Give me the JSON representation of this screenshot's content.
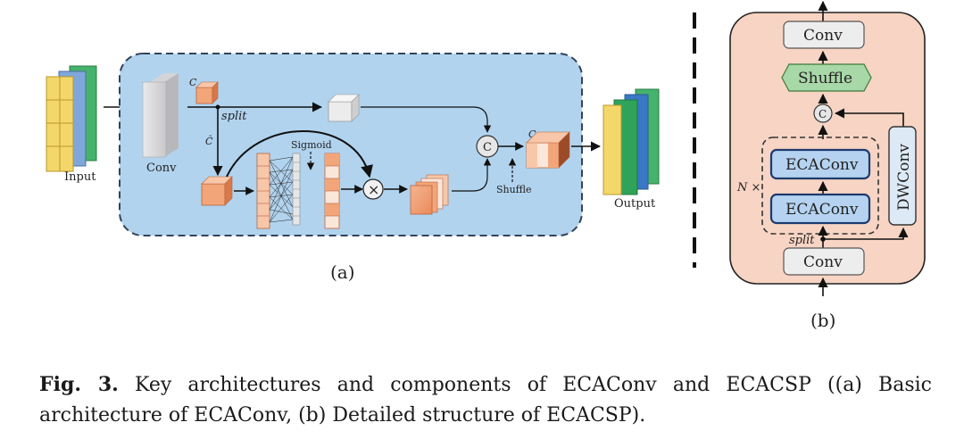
{
  "diagram_a": {
    "input_label": "Input",
    "conv_label": "Conv",
    "c_label": "C",
    "c_hat_label": "Ĉ",
    "split_label": "split",
    "sigmoid_label": "Sigmoid",
    "multiply_symbol": "×",
    "concat_symbol": "C",
    "c_out_label": "C",
    "shuffle_label": "Shuffle",
    "output_label": "Output",
    "subfig_label": "(a)"
  },
  "diagram_b": {
    "conv_top_label": "Conv",
    "shuffle_label": "Shuffle",
    "concat_symbol": "C",
    "ecaconv_upper_label": "ECAConv",
    "ecaconv_lower_label": "ECAConv",
    "dwconv_label": "DWConv",
    "repeat_label": "N ×",
    "split_label": "split",
    "conv_bottom_label": "Conv",
    "subfig_label": "(b)"
  },
  "caption": {
    "prefix": "Fig. 3.",
    "text": " Key architectures and components of ECAConv and ECACSP ((a) Basic architecture of ECAConv, (b) Detailed structure of ECACSP)."
  }
}
